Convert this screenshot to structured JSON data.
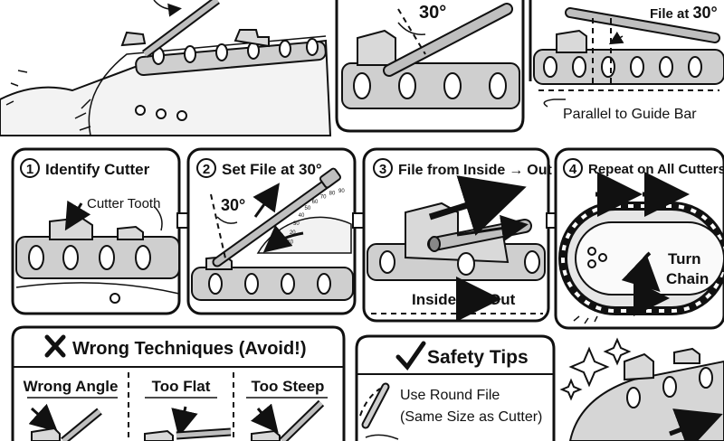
{
  "top": {
    "angle_label": "30°",
    "file_label_prefix": "File at ",
    "file_label_angle": "30°",
    "parallel_label": "Parallel to Guide Bar"
  },
  "steps": [
    {
      "num": "1",
      "title": "Identify Cutter",
      "annotation": "Cutter Tooth"
    },
    {
      "num": "2",
      "title": "Set File at 30°",
      "annotation": "30°",
      "protractor_ticks": [
        "10",
        "20",
        "30",
        "40",
        "50",
        "60",
        "70",
        "80",
        "90"
      ]
    },
    {
      "num": "3",
      "title": "File from Inside",
      "arrow": "→",
      "title_end": "Out",
      "annotation_left": "Inside",
      "annotation_right": "Out"
    },
    {
      "num": "4",
      "title": "Repeat on All Cutters",
      "annotation_line1": "Turn",
      "annotation_line2": "Chain"
    }
  ],
  "wrong": {
    "title": "Wrong Techniques (Avoid!)",
    "items": [
      "Wrong Angle",
      "Too Flat",
      "Too Steep"
    ]
  },
  "safety": {
    "title": "Safety Tips",
    "tip1_line1": "Use Round File",
    "tip1_line2": "(Same Size as Cutter)"
  }
}
